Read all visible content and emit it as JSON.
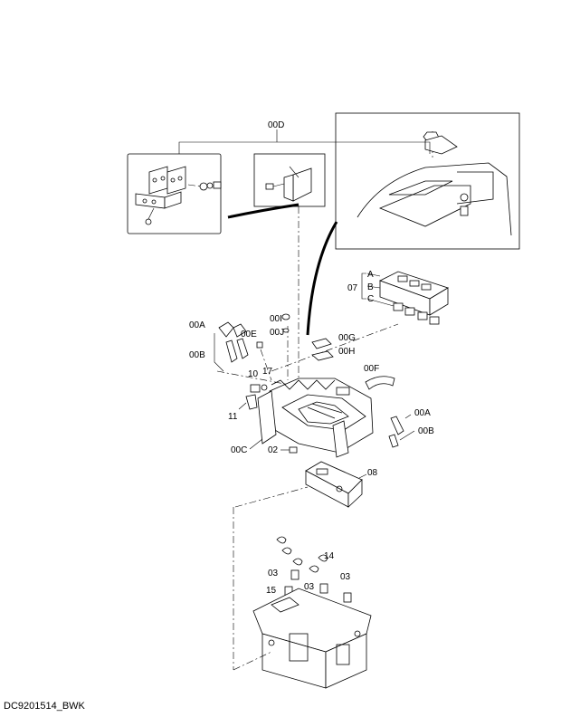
{
  "labels": {
    "l_00D": "00D",
    "l_07": "07",
    "l_A": "A",
    "l_B": "B",
    "l_C": "C",
    "l_00I": "00I",
    "l_00J": "00J",
    "l_00A_left": "00A",
    "l_00E": "00E",
    "l_00B_left": "00B",
    "l_00G": "00G",
    "l_00H": "00H",
    "l_00F": "00F",
    "l_10": "10",
    "l_17": "17",
    "l_11": "11",
    "l_00A_right": "00A",
    "l_00B_right": "00B",
    "l_00C": "00C",
    "l_02": "02",
    "l_08": "08",
    "l_14": "14",
    "l_03_a": "03",
    "l_03_b": "03",
    "l_03_c": "03",
    "l_15": "15"
  },
  "footer": {
    "drawing_id": "DC9201514_BWK"
  }
}
